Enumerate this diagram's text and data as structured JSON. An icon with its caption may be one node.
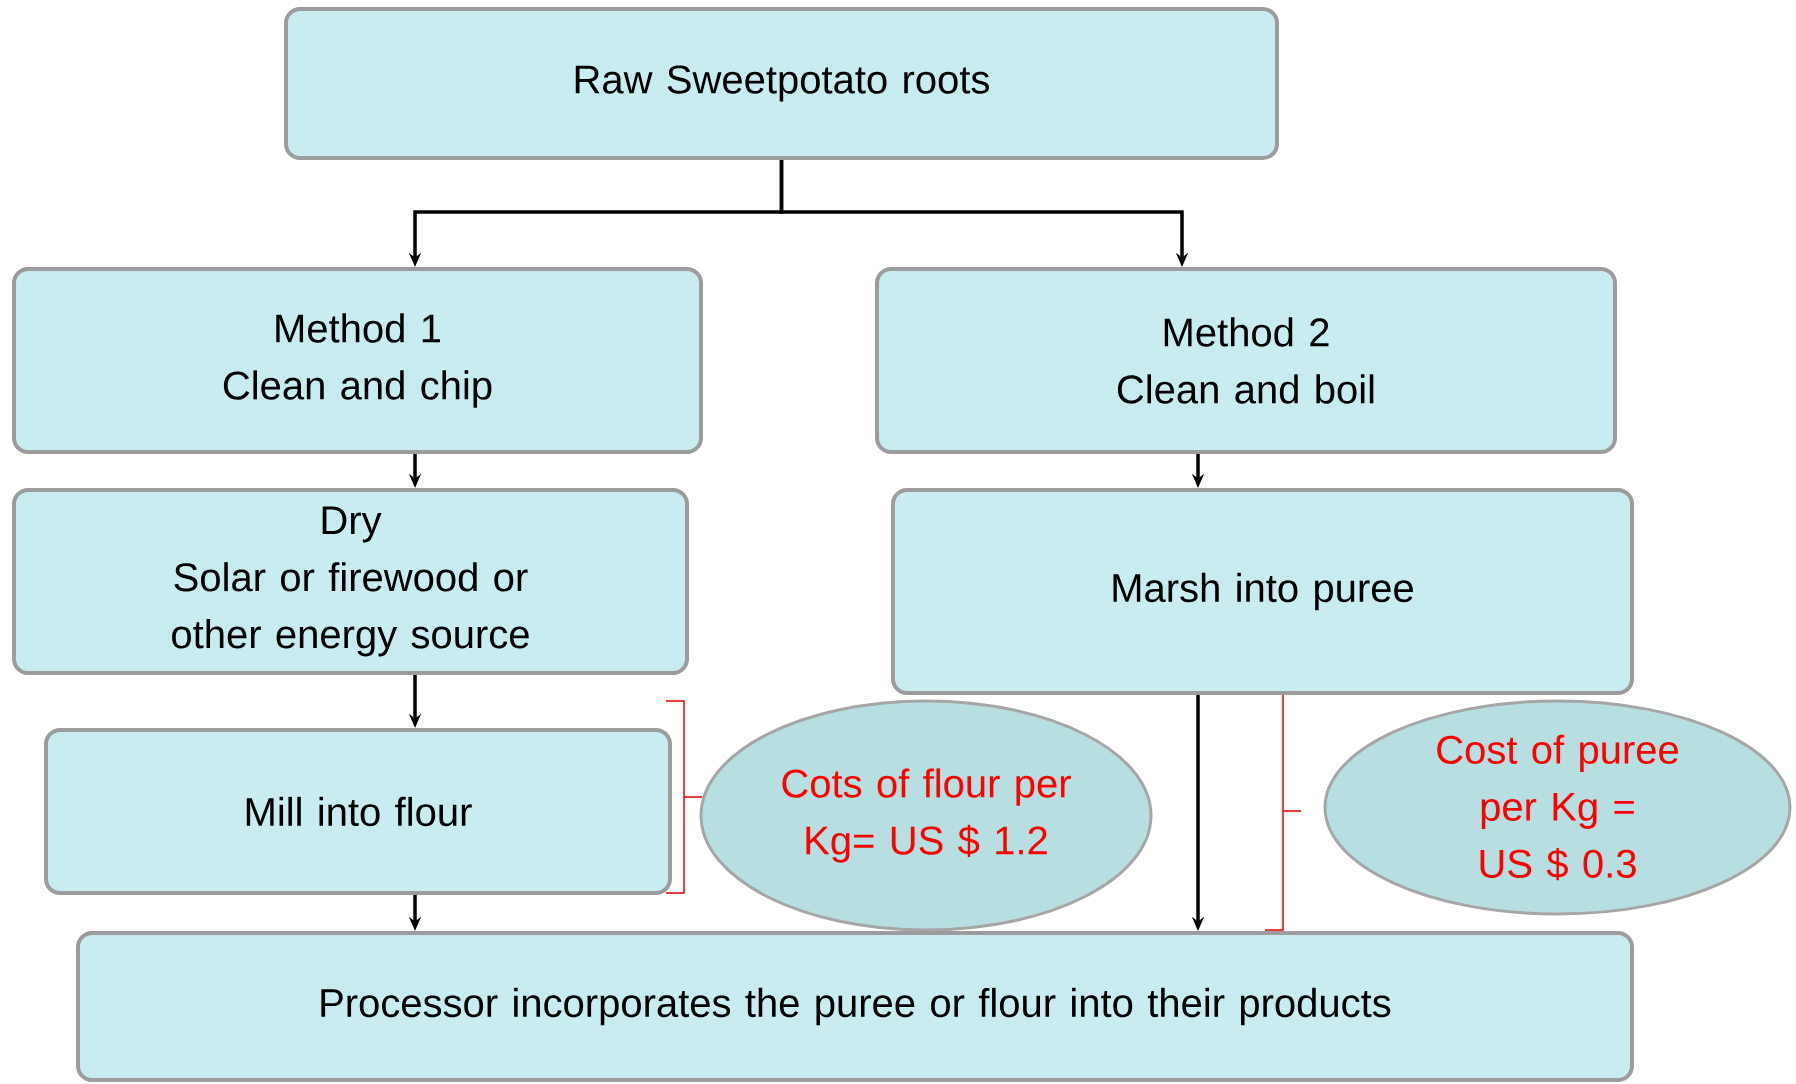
{
  "diagram": {
    "nodes": [
      {
        "text": [
          "Raw Sweetpotato roots"
        ]
      },
      {
        "text": [
          "Method 1",
          "Clean and chip"
        ]
      },
      {
        "text": [
          "Method 2",
          "Clean and boil"
        ]
      },
      {
        "text": [
          "Dry",
          "Solar or firewood or other energy source"
        ]
      },
      {
        "text": [
          "Marsh into puree"
        ]
      },
      {
        "text": [
          "Mill into flour"
        ]
      },
      {
        "text": [
          "Cots of flour per Kg= US $ 1.2"
        ]
      },
      {
        "text": [
          "Cost of puree per Kg = US $ 0.3"
        ]
      },
      {
        "text": [
          "Processor incorporates the puree or flour into their products"
        ]
      }
    ],
    "edges": [
      {
        "from": 0,
        "to": 1,
        "arrow": "to"
      },
      {
        "from": 0,
        "to": 2,
        "arrow": "to"
      },
      {
        "from": 1,
        "to": 3,
        "arrow": "to"
      },
      {
        "from": 3,
        "to": 5,
        "arrow": "to"
      },
      {
        "from": 2,
        "to": 4,
        "arrow": "to"
      },
      {
        "from": 5,
        "to": 8,
        "arrow": "to"
      },
      {
        "from": 4,
        "to": 8,
        "arrow": "to"
      }
    ]
  }
}
